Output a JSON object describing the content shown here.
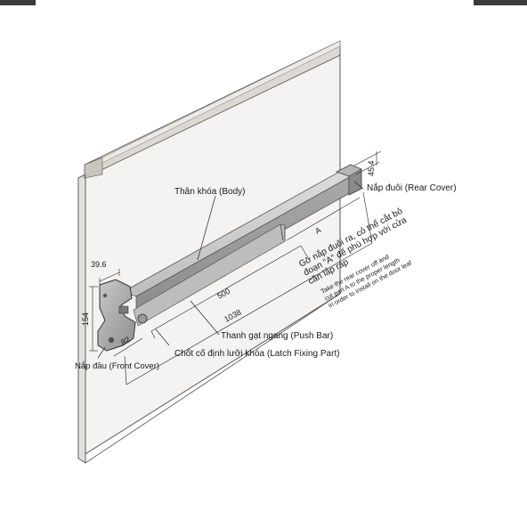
{
  "labels": {
    "body": "Thân khóa (Body)",
    "rear_cover": "Nắp đuôi (Rear Cover)",
    "push_bar": "Thanh gạt ngang (Push Bar)",
    "latch": "Chốt cố định lưỡi khóa (Latch Fixing Part)",
    "front_cover": "Nắp đầu (Front Cover)"
  },
  "notes": {
    "vn_line1": "Gỡ nắp đuôi ra, cỏ thể cắt bỏ",
    "vn_line2": "đoạn \"A\" để phù hợp với cửa",
    "vn_line3": "cần lắp ráp",
    "en_line1": "Take the rear cover off and",
    "en_line2": "cut part A to the proper length",
    "en_line3": "in order to install on the door leaf"
  },
  "dimensions": {
    "d45": "45.4",
    "dA": "A",
    "d500": "500",
    "d1038": "1038",
    "d82": "82",
    "d39": "39.6",
    "d154": "154"
  }
}
